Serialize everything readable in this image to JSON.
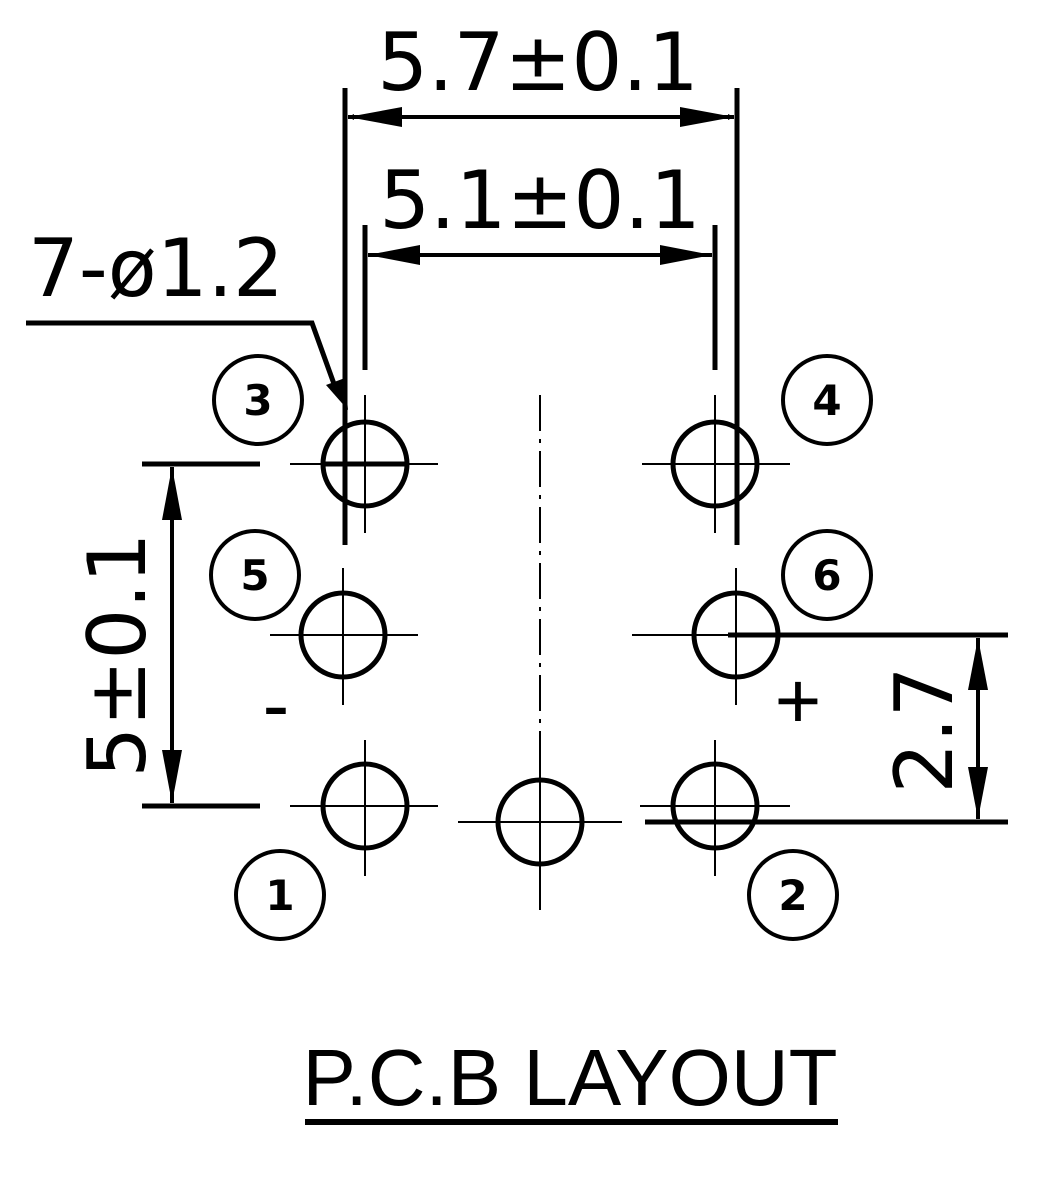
{
  "dimensions": {
    "outer_width": "5.7±0.1",
    "inner_width": "5.1±0.1",
    "hole_callout": "7-ø1.2",
    "vertical_pitch": "5±0.1",
    "offset": "2.7"
  },
  "pins": [
    {
      "label": "1"
    },
    {
      "label": "2"
    },
    {
      "label": "3"
    },
    {
      "label": "4"
    },
    {
      "label": "5"
    },
    {
      "label": "6"
    }
  ],
  "polarity": {
    "negative": "-",
    "positive": "+"
  },
  "title": "P.C.B LAYOUT"
}
